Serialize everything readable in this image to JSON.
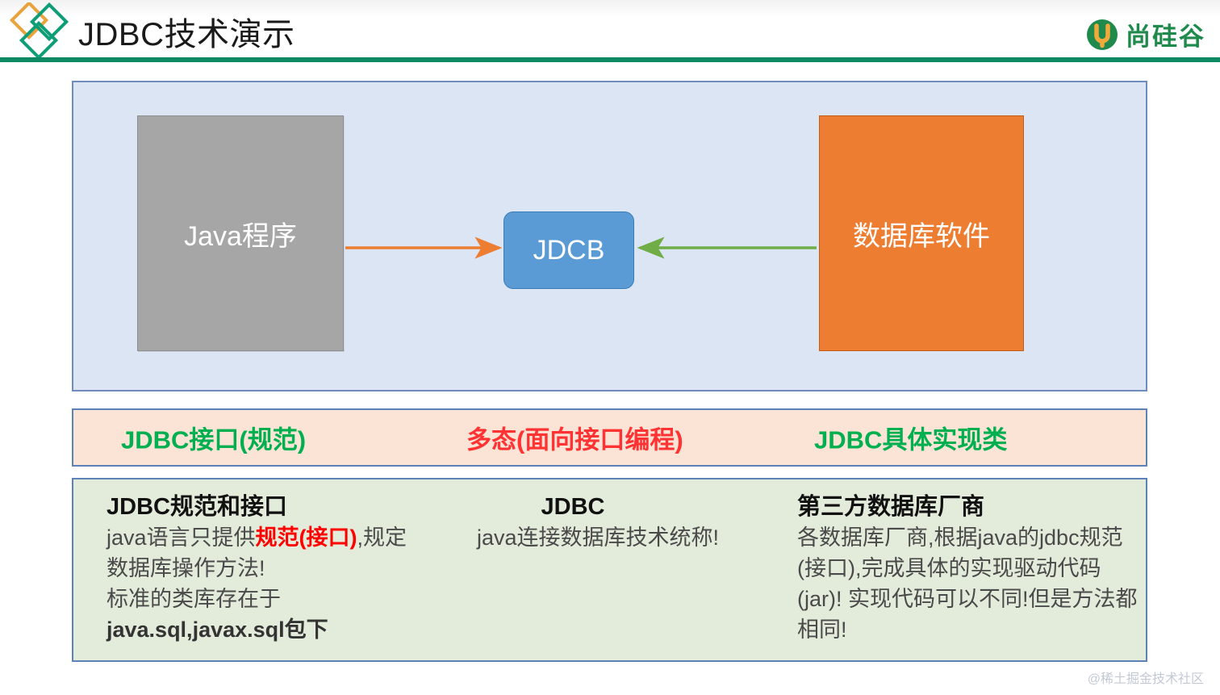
{
  "header": {
    "title": "JDBC技术演示",
    "logo_icon": "diamonds-logo-icon",
    "brand_icon": "atguigu-u-mark-icon",
    "brand_name": "尚硅谷"
  },
  "diagram": {
    "nodes": [
      {
        "id": "java",
        "label": "Java程序",
        "color": "#a6a6a6",
        "shape": "rect"
      },
      {
        "id": "jdcb",
        "label": "JDCB",
        "color": "#5b9bd5",
        "shape": "rounded-rect"
      },
      {
        "id": "db",
        "label": "数据库软件",
        "color": "#ed7d31",
        "shape": "rect"
      }
    ],
    "arrows": [
      {
        "id": "java-to-jdcb",
        "from": "java",
        "to": "jdcb",
        "color": "#ed7d31",
        "direction": "right"
      },
      {
        "id": "db-to-jdcb",
        "from": "db",
        "to": "jdcb",
        "color": "#70ad47",
        "direction": "left"
      }
    ],
    "panel_color": "#dbe5f4",
    "border_color": "#6f8bc0"
  },
  "band": {
    "background": "#fbe3d5",
    "labels": [
      {
        "text": "JDBC接口(规范)",
        "color": "#00b050"
      },
      {
        "text": "多态(面向接口编程)",
        "color": "#ff3333"
      },
      {
        "text": "JDBC具体实现类",
        "color": "#00b050"
      }
    ]
  },
  "panel": {
    "background": "#e3ecdb",
    "columns": [
      {
        "heading": "JDBC规范和接口",
        "body_parts": [
          {
            "text": "java语言只提供",
            "style": "normal"
          },
          {
            "text": "规范(接口)",
            "style": "highlight"
          },
          {
            "text": ",规定数据库操作方法!",
            "style": "normal"
          },
          {
            "text": "标准的类库存在于",
            "style": "normal"
          },
          {
            "text": "java.sql,javax.sql",
            "style": "bold"
          },
          {
            "text": "包下",
            "style": "bold"
          }
        ]
      },
      {
        "heading": "JDBC",
        "body_parts": [
          {
            "text": "java连接数据库技术统称!",
            "style": "normal"
          }
        ]
      },
      {
        "heading": "第三方数据库厂商",
        "body_parts": [
          {
            "text": "各数据库厂商,根据java的jdbc规范(接口),完成具体的实现驱动代码(jar)! 实现代码可以不同!但是方法都相同!",
            "style": "normal"
          }
        ]
      }
    ]
  },
  "watermark": "@稀土掘金技术社区"
}
